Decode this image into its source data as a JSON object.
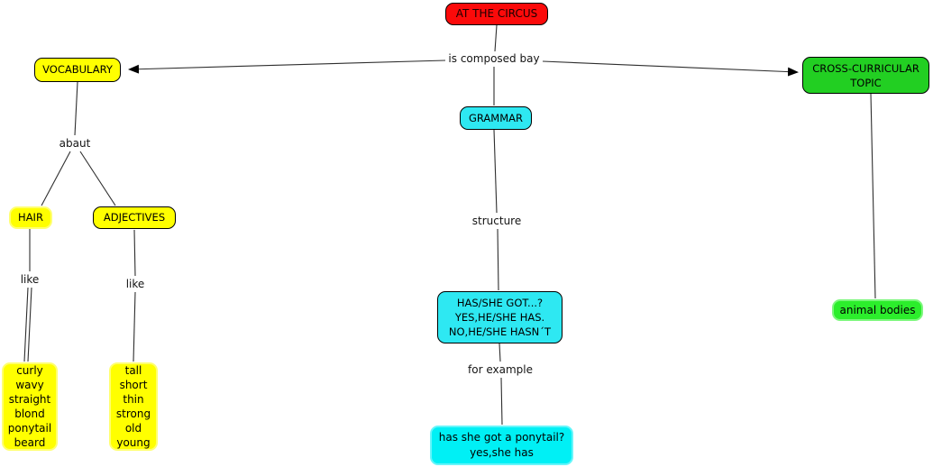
{
  "title": "At the Circus concept map",
  "nodes": {
    "circus": {
      "label": "AT THE CIRCUS"
    },
    "vocabulary": {
      "label": "VOCABULARY"
    },
    "grammar": {
      "label": "GRAMMAR"
    },
    "cross_curricular": {
      "line1": "CROSS-CURRICULAR",
      "line2": "TOPIC"
    },
    "hair": {
      "label": "HAIR"
    },
    "adjectives": {
      "label": "ADJECTIVES"
    },
    "hair_examples": {
      "lines": [
        "curly",
        "wavy",
        "straight",
        "blond",
        "ponytail",
        "beard"
      ]
    },
    "adjective_examples": {
      "lines": [
        "tall",
        "short",
        "thin",
        "strong",
        "old",
        "young"
      ]
    },
    "structure_box": {
      "lines": [
        "HAS/SHE GOT...?",
        "YES,HE/SHE HAS.",
        "NO,HE/SHE HASN´T"
      ]
    },
    "example_box": {
      "lines": [
        "has she got a ponytail?",
        "yes,she has"
      ]
    },
    "animal_bodies": {
      "label": "animal bodies"
    }
  },
  "link_labels": {
    "is_composed": "is composed bay",
    "abaut": "abaut",
    "like_hair": "like",
    "like_adjectives": "like",
    "structure": "structure",
    "for_example": "for example"
  },
  "colors": {
    "node_red": "#fb0a0a",
    "node_yellow": "#ffff00",
    "node_cyan": "#2ee8f2",
    "node_cyan_bright": "#00f0f5",
    "node_green": "#22cf22",
    "node_green_bright": "#2cee2c",
    "line": "#2e2e2e",
    "text": "#000000"
  }
}
